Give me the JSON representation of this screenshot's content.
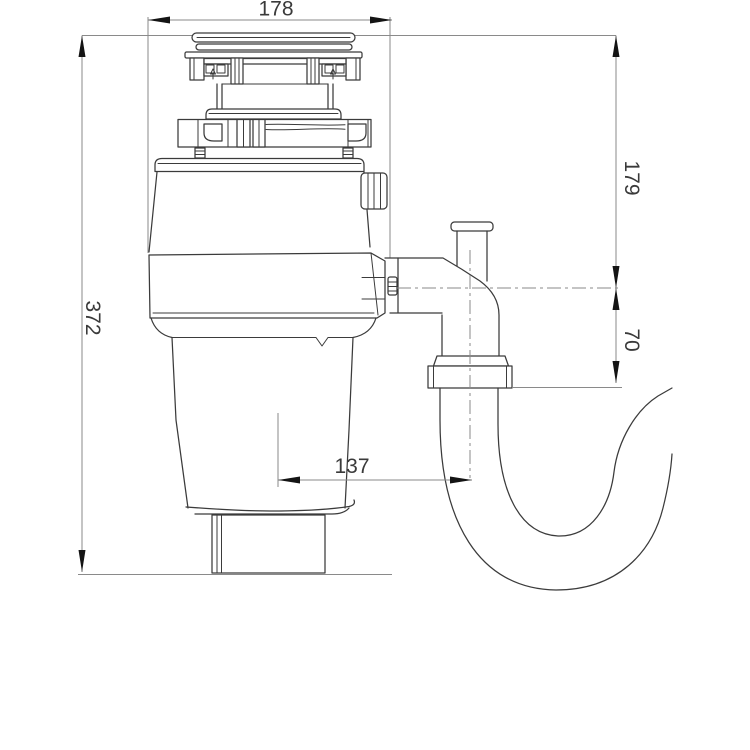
{
  "diagram": {
    "dimensions": {
      "top_width": "178",
      "left_overall_height": "372",
      "right_upper_height": "179",
      "right_lower_height": "70",
      "horizontal_offset": "137"
    },
    "colors": {
      "outline": "#3b3b3b",
      "dimension": "#8a8a8a",
      "arrow": "#141414",
      "text": "#3a3a3a",
      "background": "#ffffff"
    }
  }
}
